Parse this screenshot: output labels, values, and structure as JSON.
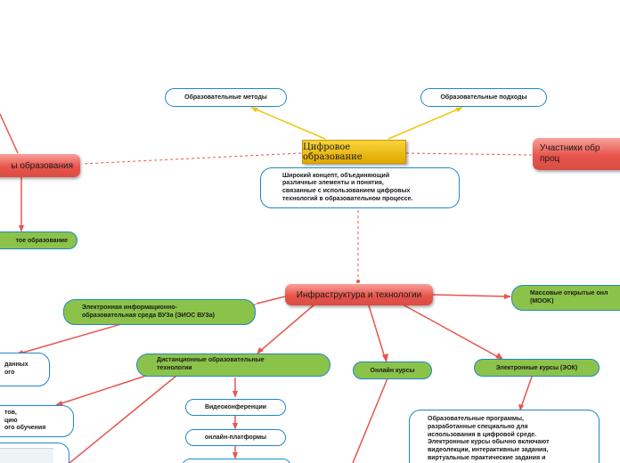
{
  "central": {
    "title": "Цифровое образование"
  },
  "definition": "Широкий концепт, объединяющий\nразличные элементы и понятия,\nсвязанные с использованием цифровых\nтехнологий в образовательном процессе.",
  "branches": {
    "methods": "Образовательные методы",
    "approaches": "Образовательные подходы",
    "forms": "ы образования",
    "participants": "Участники обр\n      проц",
    "open_ed": "тое образование",
    "infrastructure": "Инфраструктура и технологии"
  },
  "infra": {
    "eios": "Электронная информационно-\nобразовательная среда ВУЗа (ЭИОС ВУЗа)",
    "mooc": "Массовые открытые онл\n(MOOK)",
    "distance": "Дистанционные образовательные\nтехнологии",
    "online_courses": "Онлайн курсы",
    "e_courses": "Электронные курсы (ЭОК)",
    "data_node": "данных\nого",
    "left_node": "тов,\nцию\nого обучения",
    "video": "Видеоконференции",
    "platforms": "онлайн-платформы",
    "e_courses_desc": "Образовательные программы,\nразработанные специально для\nиспользования в цифровой среде.\nЭлектронные курсы обычно включают\nвидеолекции, интерактивные задания,\nвиртуальные практические задания и"
  }
}
